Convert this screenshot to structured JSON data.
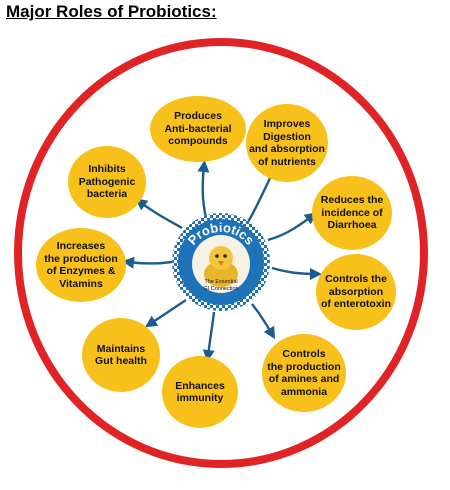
{
  "title": "Major Roles of Probiotics:",
  "colors": {
    "ring": "#e02426",
    "node": "#f8c01a",
    "arrow": "#1d5b8c",
    "badge": "#1e73b8"
  },
  "center": {
    "label": "Probiotics",
    "tagline_1": "The Essential",
    "tagline_2": "GI Connection",
    "image": "chick-icon"
  },
  "roles": [
    {
      "id": "produces-antibacterial",
      "label": "Produces\nAnti-bacterial\ncompounds"
    },
    {
      "id": "improves-digestion",
      "label": "Improves\nDigestion\nand absorption\nof nutrients"
    },
    {
      "id": "reduces-diarrhoea",
      "label": "Reduces the\nincidence of\nDiarrhoea"
    },
    {
      "id": "controls-enterotoxin",
      "label": "Controls  the\nabsorption\nof enterotoxin"
    },
    {
      "id": "controls-amines",
      "label": "Controls\nthe production\nof amines and\nammonia"
    },
    {
      "id": "enhances-immunity",
      "label": "Enhances\nimmunity"
    },
    {
      "id": "maintains-gut",
      "label": "Maintains\nGut health"
    },
    {
      "id": "increases-enzymes",
      "label": "Increases\nthe production\nof Enzymes &\nVitamins"
    },
    {
      "id": "inhibits-pathogenic",
      "label": "Inhibits\nPathogenic\nbacteria"
    }
  ]
}
